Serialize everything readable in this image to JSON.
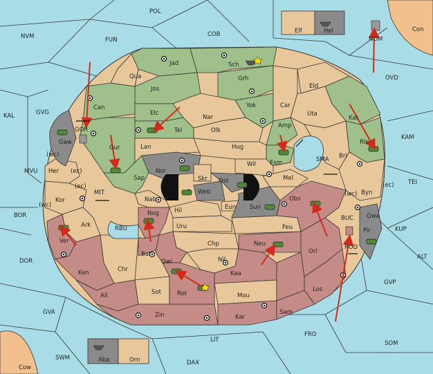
{
  "colors": {
    "sea": "#a8dde8",
    "neutral": "#e8c89a",
    "green": "#9fc08a",
    "red": "#c58b86",
    "grey": "#8a8a8a",
    "black": "#111111",
    "orange_land": "#f2c08c",
    "arrow": "#d42a1a"
  },
  "sea_labels": {
    "pol": "POL",
    "fun": "FUN",
    "nvm": "NVM",
    "cob": "COB",
    "kal": "KAL",
    "gvg": "GVG",
    "mvu": "MVU",
    "bor": "BOR",
    "dor": "DOR",
    "gva": "GVA",
    "swm": "SWM",
    "lit": "LIT",
    "dax": "DAX",
    "fro": "FRO",
    "som": "SOM",
    "gvp": "GVP",
    "alt": "ALT",
    "kup": "KUP",
    "tei": "TEI",
    "kam": "KAM",
    "ovd": "OVD",
    "nom": "NOM",
    "con": "Con",
    "cow": "Cow",
    "mit": "MIT",
    "rbu": "RBU",
    "sma": "SMA",
    "buc": "BUC",
    "rod": "ROD",
    "gor": "GOR"
  },
  "land_labels": {
    "jad": "Jad",
    "sch": "Sch",
    "qua": "Qua",
    "jos": "Jos",
    "grh": "Grh",
    "eld": "Eld",
    "can": "Can",
    "elc": "Elc",
    "nar": "Nar",
    "yok": "Yok",
    "car": "Car",
    "uta": "Uta",
    "kat": "Kat",
    "tel": "Tel",
    "olk": "Olk",
    "amp": "Amp",
    "gur": "Gur",
    "lan": "Lan",
    "hug": "Hug",
    "esm": "Esm",
    "bri": "Bri",
    "rle": "Rle",
    "gaw": "Gaw",
    "nor": "Nor",
    "skr": "Skr",
    "ost": "Ost",
    "wil": "Wil",
    "her": "Her",
    "sap": "Sap",
    "web": "Web",
    "mel": "Mel",
    "byn": "Byn",
    "kor": "Kor",
    "nab": "Nab",
    "eun": "Eun",
    "sun": "Sun",
    "obs": "Obs",
    "hil": "Hil",
    "gwa": "Gwa",
    "ark": "Ark",
    "nog": "Nog",
    "uru": "Uru",
    "feu": "Feu",
    "pir": "Pir",
    "ver": "Ver",
    "chp": "Chp",
    "neu": "Neu",
    "orl": "Orl",
    "bar": "Bar",
    "qwi": "Qwi",
    "nil": "Nil",
    "ken": "Ken",
    "chr": "Chr",
    "kaa": "Kaa",
    "los": "Los",
    "ail": "Ail",
    "sot": "Sot",
    "rot": "Rot",
    "mou": "Mou",
    "zin": "Zin",
    "kar": "Kar",
    "sam": "Sam",
    "elf": "Elf",
    "hel": "Hel",
    "aba": "Aba",
    "orn": "Orn"
  },
  "coast_labels": {
    "wc1": "(wc)",
    "ec1": "(ec)",
    "ec2": "(ec)",
    "wc2": "(wc)",
    "wc3": "(wc)",
    "ec3": "(ec)"
  },
  "units": [
    {
      "kind": "army",
      "owner": "green"
    },
    {
      "kind": "fleet",
      "owner": "grey"
    },
    {
      "kind": "army",
      "owner": "red"
    }
  ]
}
